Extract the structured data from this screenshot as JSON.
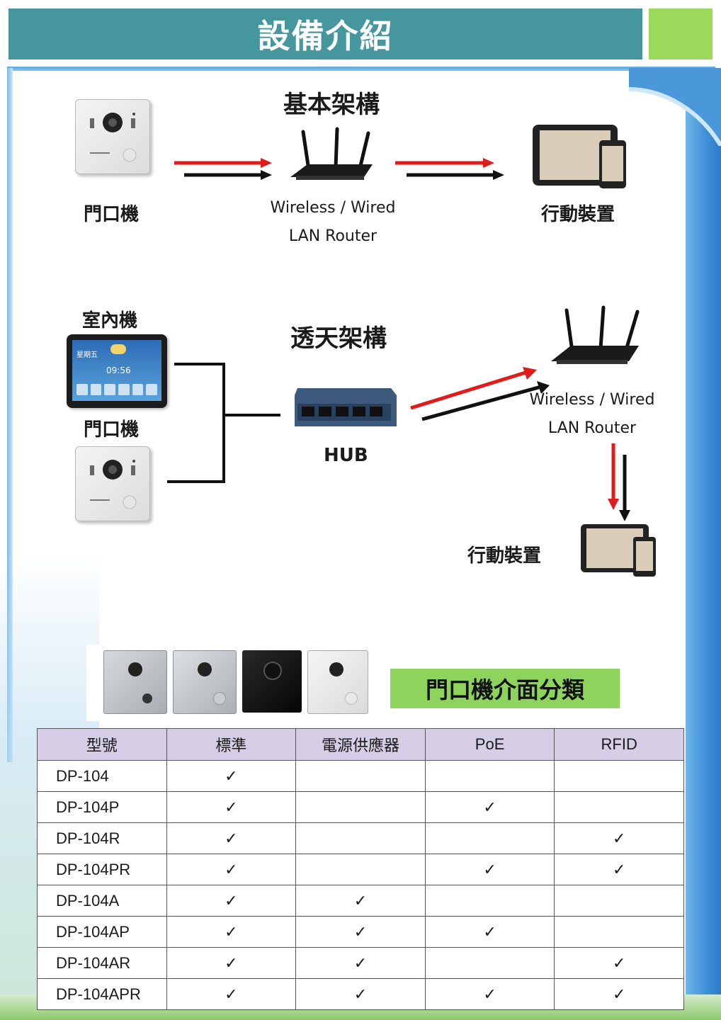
{
  "header": {
    "title": "設備介紹"
  },
  "basic": {
    "title": "基本架構",
    "door_label": "門口機",
    "router_label_1": "Wireless / Wired",
    "router_label_2": "LAN Router",
    "mobile_label": "行動裝置"
  },
  "townhouse": {
    "title": "透天架構",
    "indoor_label": "室內機",
    "door_label": "門口機",
    "hub_label": "HUB",
    "router_label_1": "Wireless / Wired",
    "router_label_2": "LAN Router",
    "mobile_label": "行動裝置",
    "indoor_screen": {
      "day": "星期五",
      "time": "09:56"
    }
  },
  "classification": {
    "title": "門口機介面分類"
  },
  "table": {
    "headers": [
      "型號",
      "標準",
      "電源供應器",
      "PoE",
      "RFID"
    ],
    "check": "✓",
    "rows": [
      {
        "model": "DP-104",
        "standard": "✓",
        "power": "",
        "poe": "",
        "rfid": ""
      },
      {
        "model": "DP-104P",
        "standard": "✓",
        "power": "",
        "poe": "✓",
        "rfid": ""
      },
      {
        "model": "DP-104R",
        "standard": "✓",
        "power": "",
        "poe": "",
        "rfid": "✓"
      },
      {
        "model": "DP-104PR",
        "standard": "✓",
        "power": "",
        "poe": "✓",
        "rfid": "✓"
      },
      {
        "model": "DP-104A",
        "standard": "✓",
        "power": "✓",
        "poe": "",
        "rfid": ""
      },
      {
        "model": "DP-104AP",
        "standard": "✓",
        "power": "✓",
        "poe": "✓",
        "rfid": ""
      },
      {
        "model": "DP-104AR",
        "standard": "✓",
        "power": "✓",
        "poe": "",
        "rfid": "✓"
      },
      {
        "model": "DP-104APR",
        "standard": "✓",
        "power": "✓",
        "poe": "✓",
        "rfid": "✓"
      }
    ]
  },
  "colors": {
    "header": "#46979d",
    "accent_green": "#9bd95a",
    "class_label_bg": "#8ed35c",
    "table_header_bg": "#d6cde6",
    "arrow_red": "#e01b1b",
    "arrow_black": "#111111"
  },
  "icons": [
    "door-station-icon",
    "router-icon",
    "tablet-phone-icon",
    "indoor-monitor-icon",
    "hub-switch-icon"
  ]
}
